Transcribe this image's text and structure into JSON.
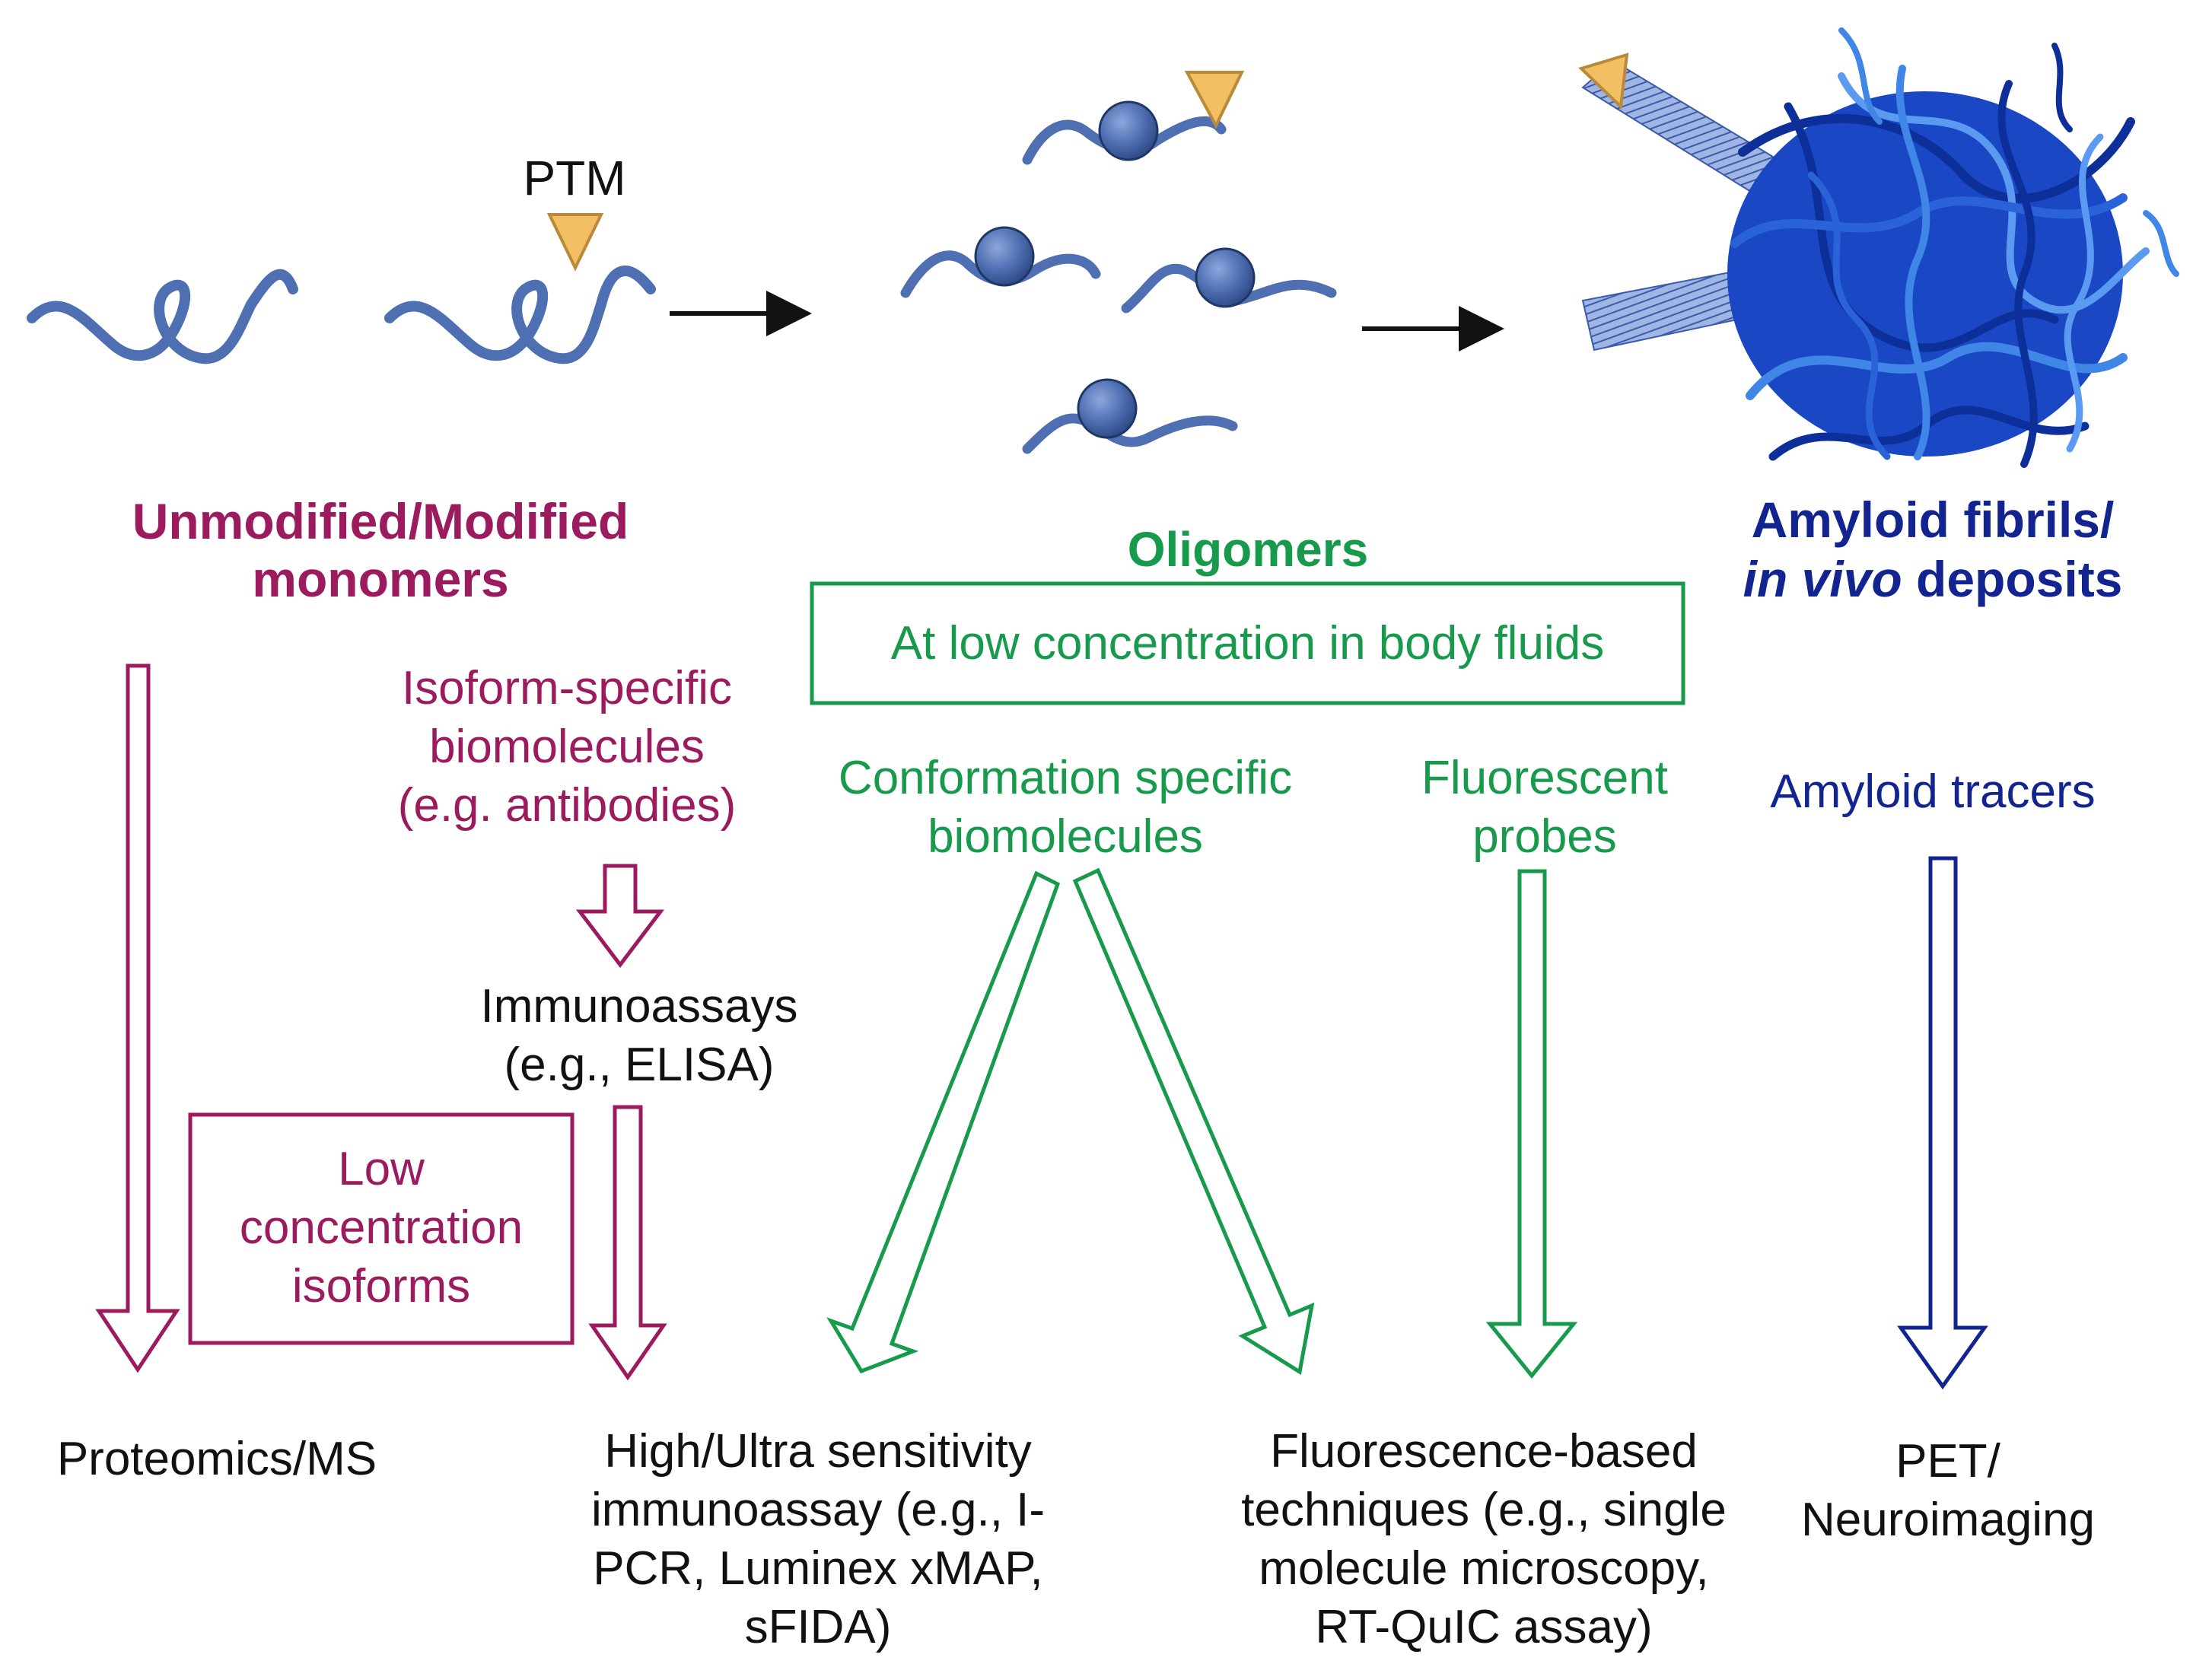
{
  "colors": {
    "monomer": "#9c1b5e",
    "oligomer": "#179a4b",
    "fibril": "#12248f",
    "protein": "#4e6fb2",
    "ptm": "#f3bf63"
  },
  "top": {
    "ptm_label": "PTM"
  },
  "headers": {
    "monomers_line1": "Unmodified/Modified",
    "monomers_line2": "monomers",
    "oligomers": "Oligomers",
    "fibrils_line1": "Amyloid fibrils/",
    "fibrils_line2_italic": "in vivo",
    "fibrils_line2_rest": " deposits"
  },
  "boxes": {
    "low_conc_body_fluids": "At low concentration in body fluids",
    "low_conc_isoforms_line1": "Low",
    "low_conc_isoforms_line2": "concentration",
    "low_conc_isoforms_line3": "isoforms"
  },
  "middle": {
    "isoform_line1": "Isoform-specific",
    "isoform_line2": "biomolecules",
    "isoform_line3": "(e.g. antibodies)",
    "immuno_line1": "Immunoassays",
    "immuno_line2": "(e.g., ELISA)",
    "conformation_line1": "Conformation specific",
    "conformation_line2": "biomolecules",
    "fluor_probes_line1": "Fluorescent",
    "fluor_probes_line2": "probes",
    "tracers": "Amyloid tracers"
  },
  "bottom": {
    "proteomics": "Proteomics/MS",
    "hus_line1": "High/Ultra sensitivity",
    "hus_line2": "immunoassay (e.g., I-",
    "hus_line3": "PCR, Luminex xMAP,",
    "hus_line4": "sFIDA)",
    "fbt_line1": "Fluorescence-based",
    "fbt_line2": "techniques (e.g., single",
    "fbt_line3": "molecule microscopy,",
    "fbt_line4": "RT-QuIC assay)",
    "pet_line1": "PET/",
    "pet_line2": "Neuroimaging"
  }
}
